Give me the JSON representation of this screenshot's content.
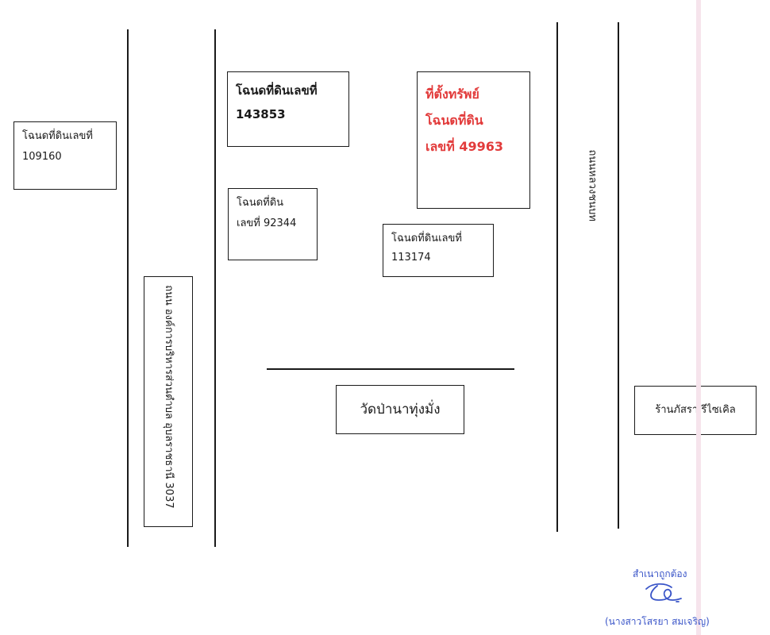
{
  "plots": {
    "p109160": {
      "line1": "โฉนดที่ดินเลขที่",
      "line2": "109160"
    },
    "p143853": {
      "line1": "โฉนดที่ดินเลขที่",
      "line2": "143853"
    },
    "p92344": {
      "line1": "โฉนดที่ดิน",
      "line2": "เลขที่  92344"
    },
    "p113174": {
      "line1": "โฉนดที่ดินเลขที่",
      "line2": "113174"
    },
    "subject": {
      "line1": "ที่ตั้งทรัพย์",
      "line2": "โฉนดที่ดิน",
      "line3": "เลขที่ 49963",
      "color": "#e23b3b"
    }
  },
  "roads": {
    "left": "ถนน องค์การบริหารส่วนตำบล อุบลราชธานี 3037",
    "right": "ถนนหลวงชนบท"
  },
  "landmarks": {
    "temple": "วัดป่านาทุ่งมั่ง",
    "shop": "ร้านภัสรา รีไซเคิล"
  },
  "certification": {
    "label": "สำเนาถูกต้อง",
    "name": "(นางสาวโสรยา สมเจริญ)",
    "ink_color": "#3a55c8"
  }
}
